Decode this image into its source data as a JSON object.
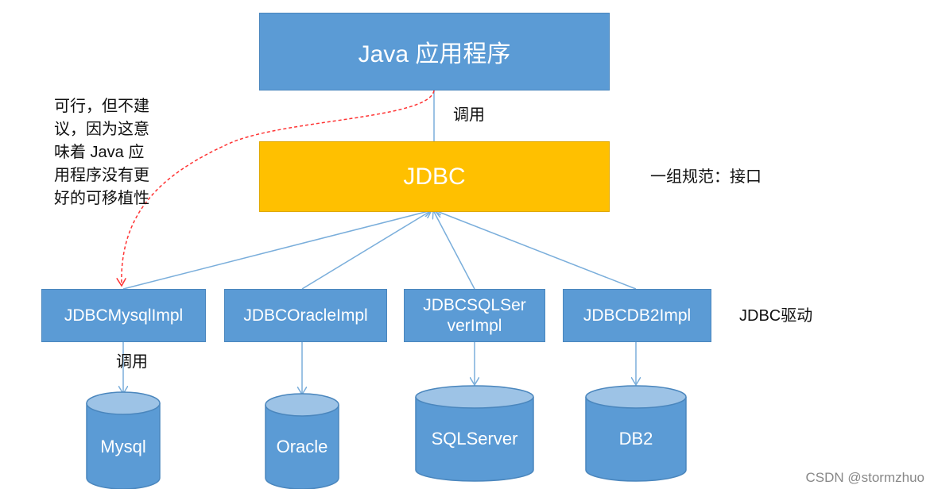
{
  "top": {
    "java_app": "Java 应用程序",
    "call_label": "调用"
  },
  "jdbc": {
    "label": "JDBC",
    "note": "一组规范：接口"
  },
  "note_left": {
    "text": "可行，但不建议，因为这意味着 Java 应用程序没有更好的可移植性",
    "lines": [
      "可行，但不建",
      "议，因为这意",
      "味着 Java 应",
      "用程序没有更",
      "好的可移植性"
    ]
  },
  "drivers": {
    "label": "JDBC驱动",
    "items": [
      {
        "lines": [
          "JDBCMysqlImpl"
        ]
      },
      {
        "lines": [
          "JDBCOracleImpl"
        ]
      },
      {
        "lines": [
          "JDBCSQLSer",
          "verImpl"
        ]
      },
      {
        "lines": [
          "JDBCDB2Impl"
        ]
      }
    ],
    "call_label": "调用"
  },
  "databases": [
    "Mysql",
    "Oracle",
    "SQLServer",
    "DB2"
  ],
  "watermark": "CSDN @stormzhuo",
  "colors": {
    "box_blue": "#5b9bd5",
    "jdbc_gold": "#ffc000",
    "arrow": "#7aaedb",
    "dashed": "#ff3333"
  }
}
